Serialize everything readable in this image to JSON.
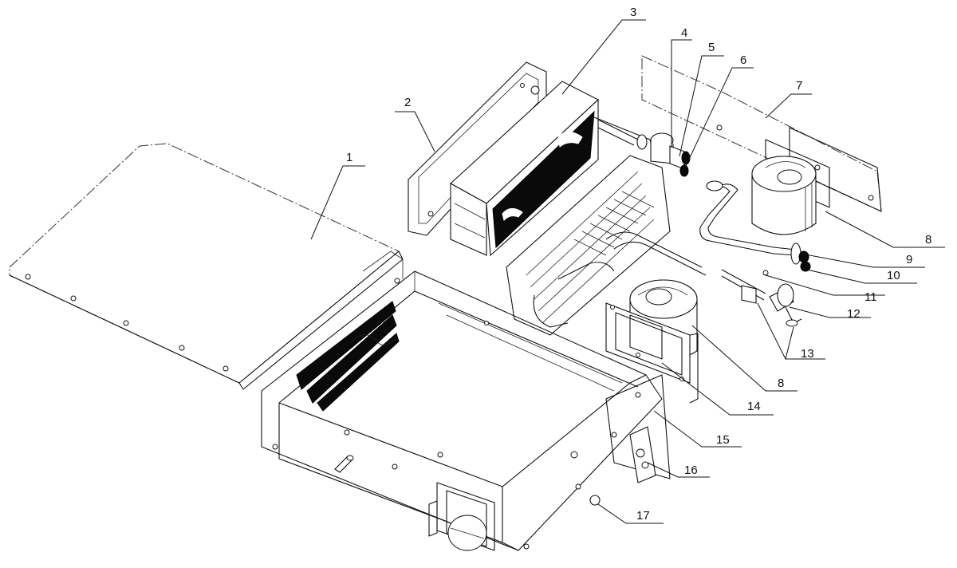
{
  "callouts": [
    {
      "id": "1",
      "text": "1"
    },
    {
      "id": "2",
      "text": "2"
    },
    {
      "id": "3",
      "text": "3"
    },
    {
      "id": "4",
      "text": "4"
    },
    {
      "id": "5",
      "text": "5"
    },
    {
      "id": "6",
      "text": "6"
    },
    {
      "id": "7",
      "text": "7"
    },
    {
      "id": "8a",
      "text": "8"
    },
    {
      "id": "9",
      "text": "9"
    },
    {
      "id": "10",
      "text": "10"
    },
    {
      "id": "11",
      "text": "11"
    },
    {
      "id": "12",
      "text": "12"
    },
    {
      "id": "13",
      "text": "13"
    },
    {
      "id": "8b",
      "text": "8"
    },
    {
      "id": "14",
      "text": "14"
    },
    {
      "id": "15",
      "text": "15"
    },
    {
      "id": "16",
      "text": "16"
    },
    {
      "id": "17",
      "text": "17"
    }
  ]
}
